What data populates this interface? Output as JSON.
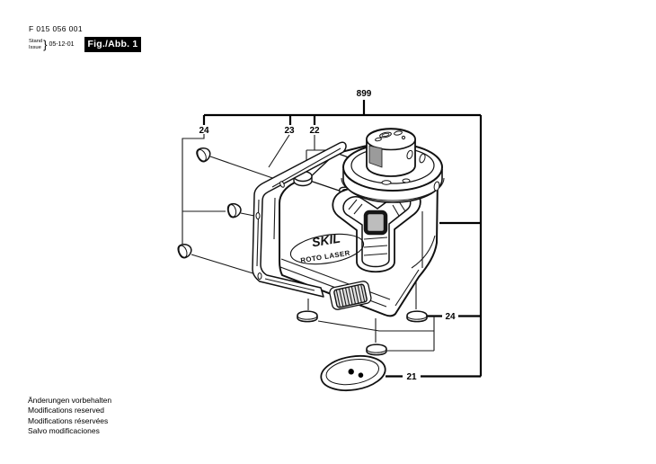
{
  "document": {
    "part_number": "F 015 056 001",
    "revision": {
      "label_de": "Stand",
      "label_en": "Issue",
      "brace": "}",
      "date": "05-12-01"
    },
    "figure_badge": "Fig./Abb. 1",
    "footer_lines": [
      "Änderungen vorbehalten",
      "Modifications reserved",
      "Modifications réservées",
      "Salvo modificaciones"
    ]
  },
  "diagram": {
    "device": {
      "brand": "SKIL",
      "model": "ROTO LASER"
    },
    "callouts": {
      "assembly": "899",
      "caps_left": "24",
      "mounting_frame": "23",
      "knob": "22",
      "feet": "24",
      "base_plate": "21"
    }
  },
  "colors": {
    "ink": "#000000",
    "paper": "#ffffff",
    "laser_window": "#9b9b9b",
    "grip_knob": "#bdbdbd",
    "badge_bg": "#000000",
    "badge_fg": "#ffffff"
  }
}
